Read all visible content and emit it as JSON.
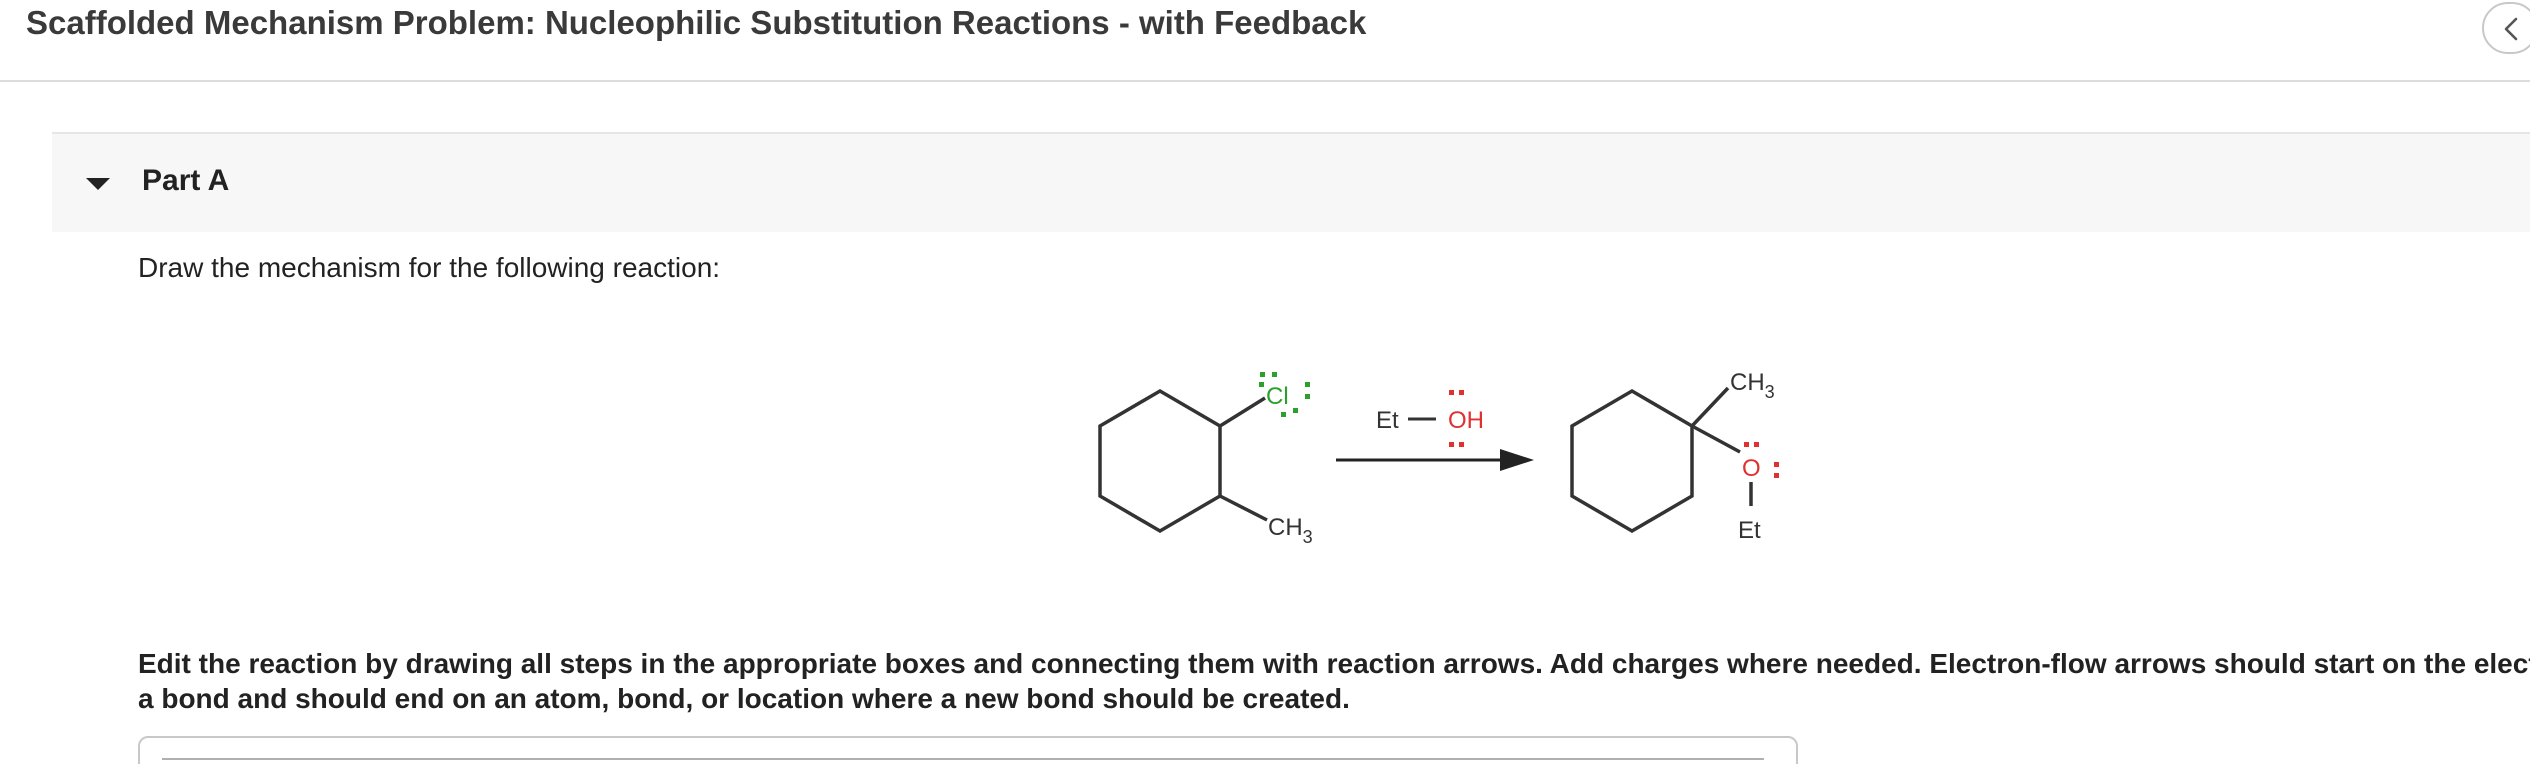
{
  "header": {
    "title": "Scaffolded Mechanism Problem: Nucleophilic Substitution Reactions - with Feedback",
    "collapse_icon": "chevron-left-icon"
  },
  "part": {
    "title": "Part A",
    "toggle_icon": "caret-down-icon"
  },
  "question": {
    "prompt": "Draw the mechanism for the following reaction:",
    "instructions_line1": "Edit the reaction by drawing all steps in the appropriate boxes and connecting them with reaction arrows. Add charges where needed. Electron-flow arrows should start on the electro",
    "instructions_line2": "a bond and should end on an atom, bond, or location where a new bond should be created."
  },
  "reaction": {
    "reactant": {
      "halogen": "Cl",
      "methyl": "CH",
      "methyl_sub": "3"
    },
    "reagent": {
      "group": "Et",
      "hydroxyl": "OH"
    },
    "product": {
      "methyl": "CH",
      "methyl_sub": "3",
      "oxygen": "O",
      "ethyl": "Et"
    },
    "colors": {
      "chlorine": "#2ca02c",
      "oxygen": "#e03030",
      "bond": "#333333"
    }
  }
}
